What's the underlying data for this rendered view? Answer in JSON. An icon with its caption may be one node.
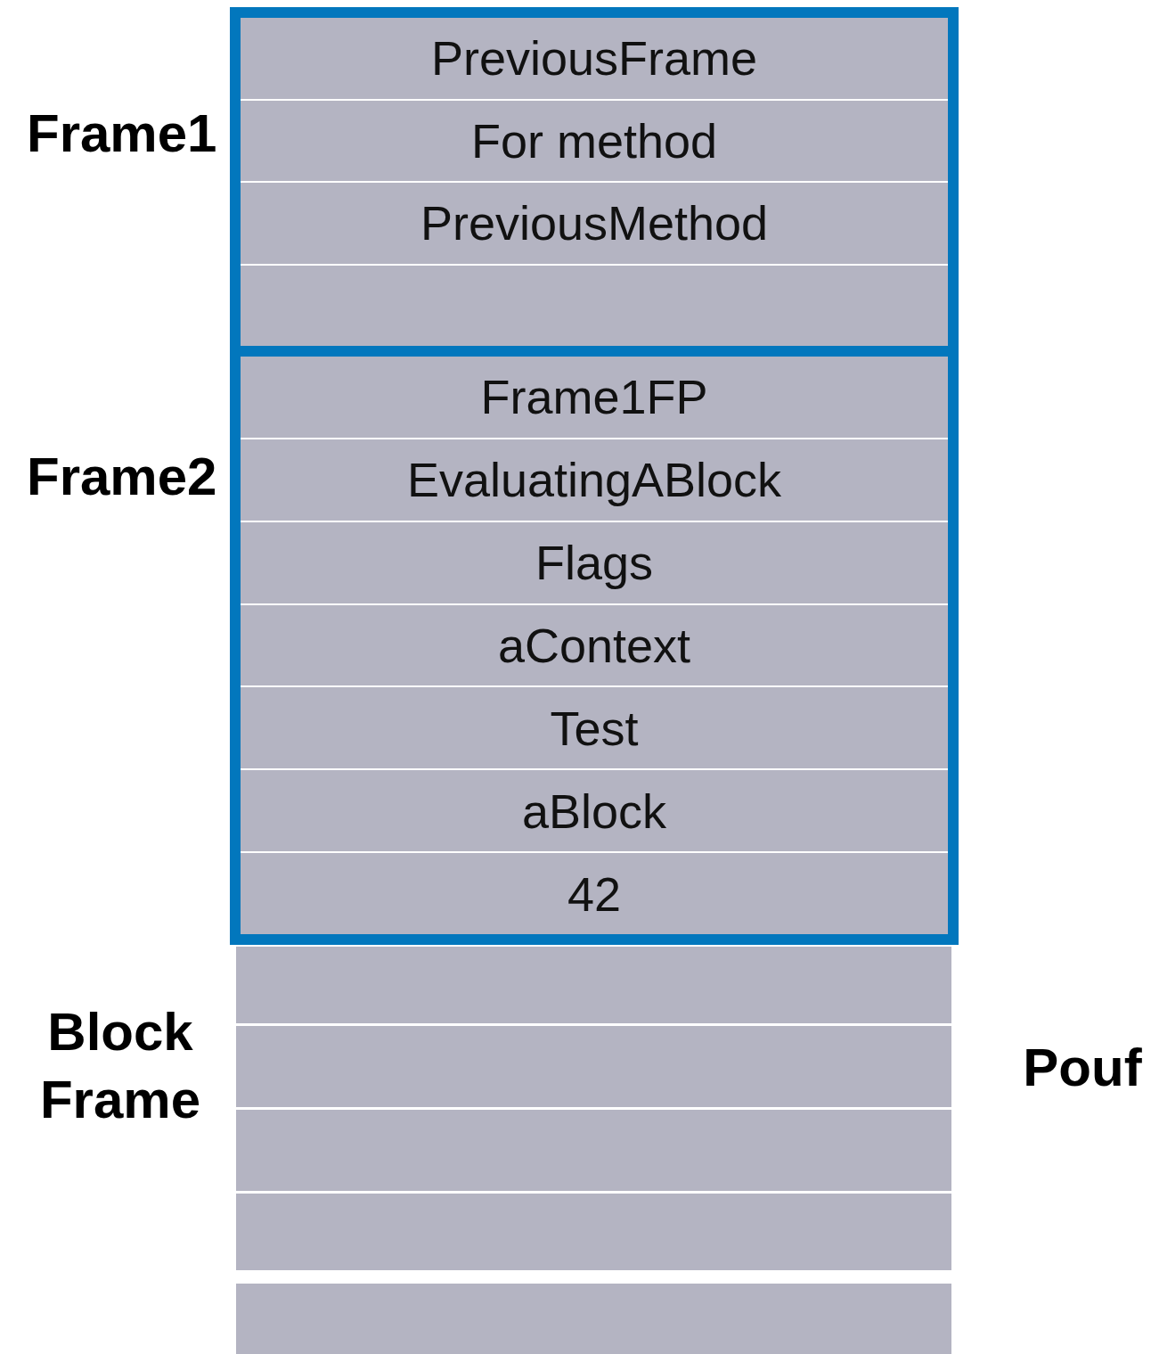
{
  "diagram": {
    "nodes": [
      {
        "text": [
          "Frame1"
        ]
      },
      {
        "text": [
          "PreviousFrame"
        ],
        "in": 0
      },
      {
        "text": [
          "For method"
        ],
        "in": 0
      },
      {
        "text": [
          "PreviousMethod"
        ],
        "in": 0
      },
      {
        "text": [],
        "shape": "box",
        "in": 0
      },
      {
        "text": [
          "Frame2"
        ]
      },
      {
        "text": [
          "Frame1FP"
        ],
        "in": 5
      },
      {
        "text": [
          "EvaluatingABlock"
        ],
        "in": 5
      },
      {
        "text": [
          "Flags"
        ],
        "in": 5
      },
      {
        "text": [
          "aContext"
        ],
        "in": 5
      },
      {
        "text": [
          "Test"
        ],
        "in": 5
      },
      {
        "text": [
          "aBlock"
        ],
        "in": 5
      },
      {
        "text": [
          "42"
        ],
        "in": 5
      },
      {
        "text": [],
        "shape": "box"
      },
      {
        "text": [],
        "shape": "box"
      },
      {
        "text": [],
        "shape": "box"
      },
      {
        "text": [],
        "shape": "box"
      },
      {
        "text": [],
        "shape": "box"
      }
    ],
    "labels": [
      "Block Frame",
      "Pouf"
    ]
  }
}
